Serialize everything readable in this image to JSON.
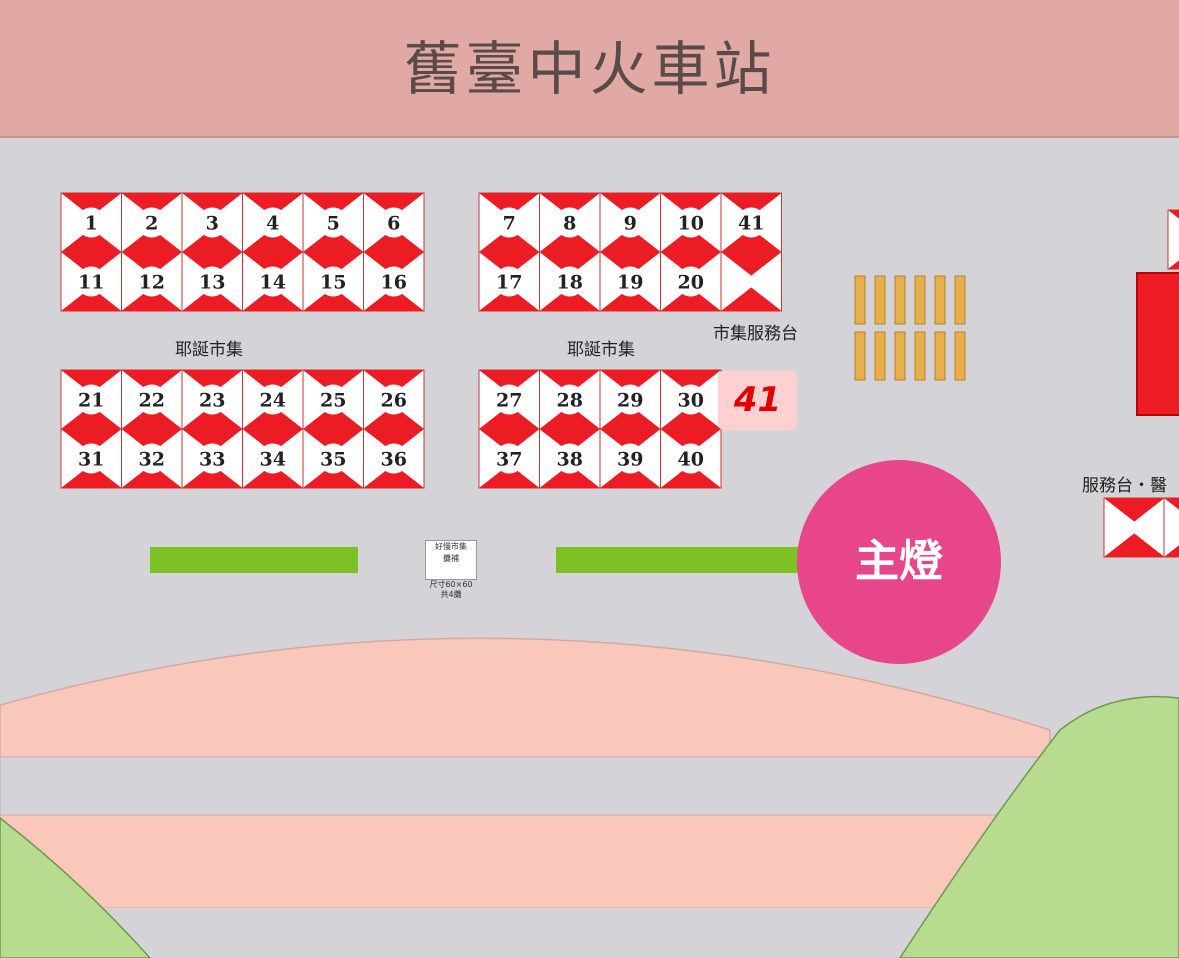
{
  "header": {
    "title": "舊臺中火車站"
  },
  "labels": {
    "market_left": "耶誕市集",
    "market_right": "耶誕市集",
    "market_service_desk": "市集服務台",
    "service_desk": "服務台・醫",
    "highlight_booth": "41",
    "main_lamp": "主燈",
    "small_sign_line1": "好慢市集",
    "small_sign_line2": "攤補",
    "small_sign_line3": "尺寸60×60",
    "small_sign_line4": "共4攤"
  },
  "booths": {
    "block_left": [
      [
        1,
        2,
        3,
        4,
        5,
        6
      ],
      [
        11,
        12,
        13,
        14,
        15,
        16
      ],
      [
        21,
        22,
        23,
        24,
        25,
        26
      ],
      [
        31,
        32,
        33,
        34,
        35,
        36
      ]
    ],
    "block_right_top": [
      [
        7,
        8,
        9,
        10,
        41
      ],
      [
        17,
        18,
        19,
        20,
        ""
      ]
    ],
    "block_right_bottom": [
      [
        27,
        28,
        29,
        30
      ],
      [
        37,
        38,
        39,
        40
      ]
    ]
  },
  "colors": {
    "header": "#e0a9a4",
    "ground": "#d4d4d8",
    "booth_red": "#ed1c24",
    "booth_white": "#ffffff",
    "green_bar": "#7cc225",
    "main_lamp": "#e7478a",
    "lawn": "#b7dc8f",
    "plaza_pink": "#f9c8bb",
    "highlight_bg": "#ffd0d0",
    "highlight_text": "#e00000",
    "bench_yellow": "#e8b04a"
  }
}
